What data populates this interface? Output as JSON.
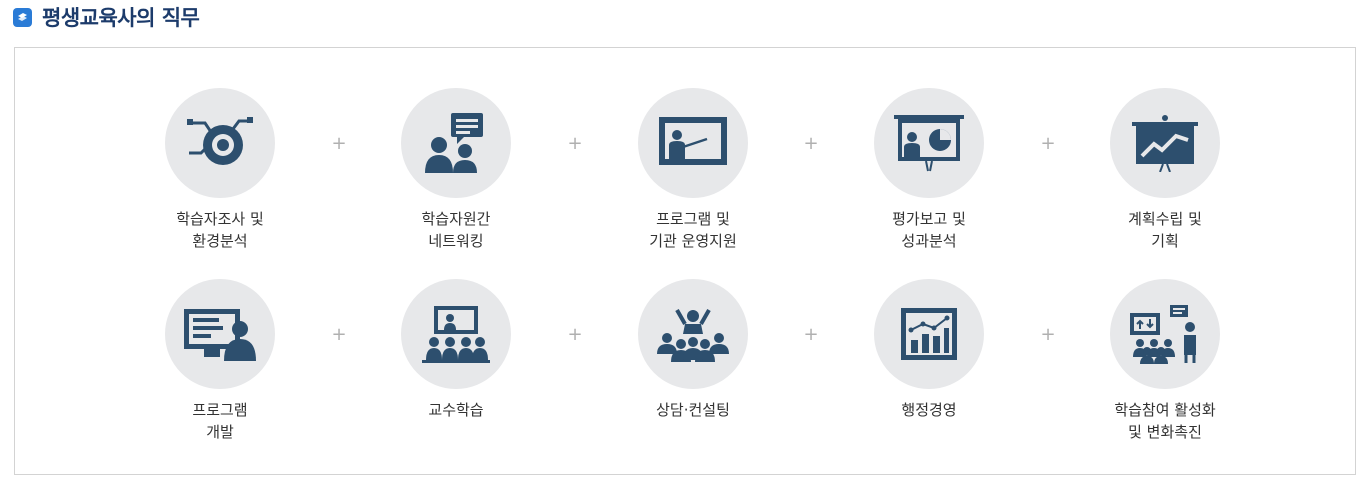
{
  "header": {
    "title": "평생교육사의 직무",
    "icon": "list-icon",
    "icon_color": "#2a7bd6"
  },
  "accent_icon_color": "#2d4f6e",
  "plus_symbol": "+",
  "rows": [
    {
      "items": [
        {
          "icon": "analysis-target-icon",
          "line1": "학습자조사 및",
          "line2": "환경분석"
        },
        {
          "icon": "networking-people-icon",
          "line1": "학습자원간",
          "line2": "네트워킹"
        },
        {
          "icon": "presentation-board-icon",
          "line1": "프로그램 및",
          "line2": "기관 운영지원"
        },
        {
          "icon": "evaluation-report-icon",
          "line1": "평가보고 및",
          "line2": "성과분석"
        },
        {
          "icon": "planning-chart-icon",
          "line1": "계획수립 및",
          "line2": "기획"
        }
      ]
    },
    {
      "items": [
        {
          "icon": "program-development-icon",
          "line1": "프로그램",
          "line2": "개발"
        },
        {
          "icon": "teaching-class-icon",
          "line1": "교수학습",
          "line2": ""
        },
        {
          "icon": "counseling-group-icon",
          "line1": "상담·컨설팅",
          "line2": ""
        },
        {
          "icon": "administration-chart-icon",
          "line1": "행정경영",
          "line2": ""
        },
        {
          "icon": "participation-promotion-icon",
          "line1": "학습참여 활성화",
          "line2": "및 변화촉진"
        }
      ]
    }
  ]
}
